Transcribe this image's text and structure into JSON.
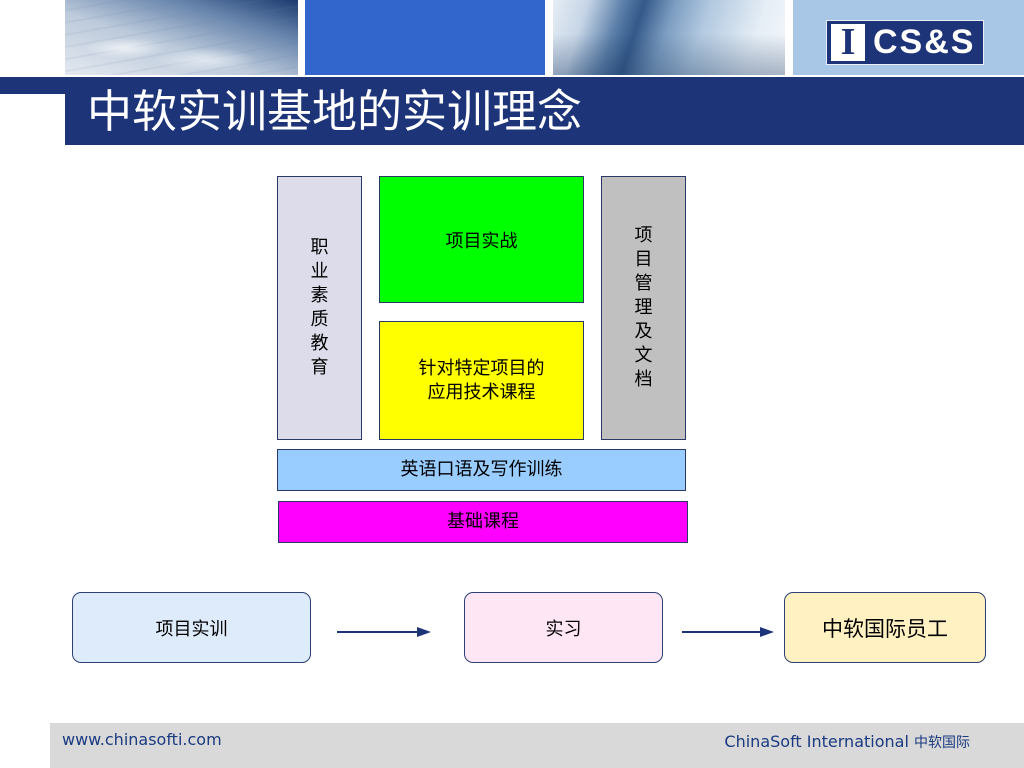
{
  "theme": {
    "navy": "#1e3479",
    "header_blue": "#3366cc",
    "header_light_blue": "#a8c7e6",
    "footer_gray": "#d9d9d9",
    "text_navy": "#1b3a80"
  },
  "header": {
    "logo": {
      "mark": "I",
      "text": "CS&S"
    }
  },
  "title": "中软实训基地的实训理念",
  "diagram": {
    "left_pillar": {
      "label": "职业素质教育",
      "color": "#dcdcea"
    },
    "project_practice": {
      "label": "项目实战",
      "color": "#00ff00"
    },
    "tech_course": {
      "lines": [
        "针对特定项目的",
        "应用技术课程"
      ],
      "color": "#ffff00"
    },
    "right_pillar": {
      "label": "项目管理及文档",
      "color": "#c0c0c0"
    },
    "english_bar": {
      "label": "英语口语及写作训练",
      "color": "#99ccff"
    },
    "foundation_bar": {
      "label": "基础课程",
      "color": "#ff00ff"
    }
  },
  "flow": {
    "steps": [
      {
        "label": "项目实训",
        "color": "#deebfa"
      },
      {
        "label": "实习",
        "color": "#ffe6f4"
      },
      {
        "label": "中软国际员工",
        "color": "#fff1c2"
      }
    ],
    "arrow_color": "#1e3479"
  },
  "footer": {
    "url": "www.chinasofti.com",
    "brand_en": "ChinaSoft International",
    "brand_cn": "中软国际"
  }
}
